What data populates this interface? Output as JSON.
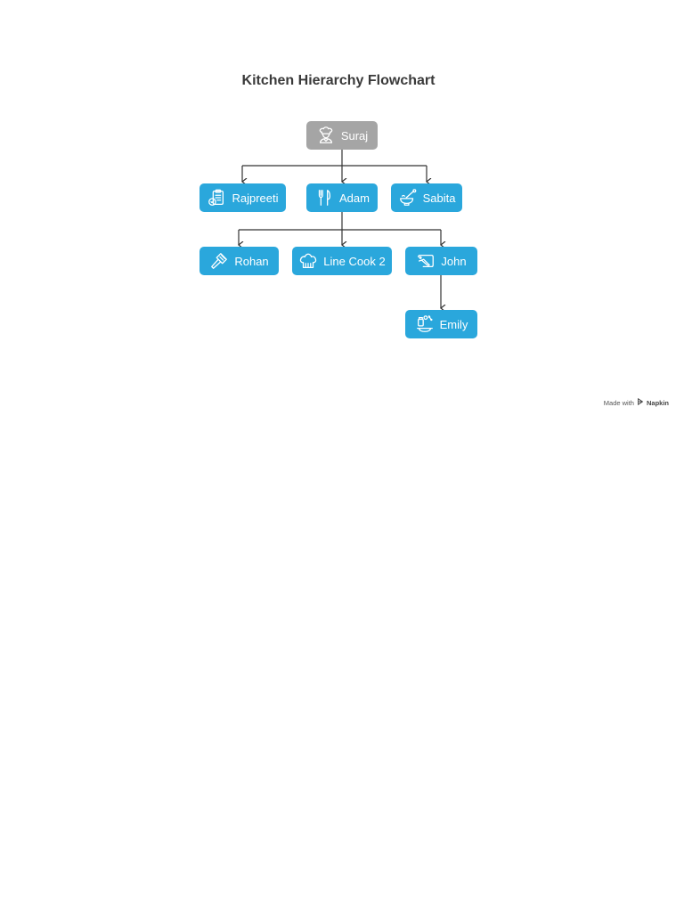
{
  "title": "Kitchen Hierarchy Flowchart",
  "nodes": {
    "suraj": {
      "label": "Suraj",
      "icon": "chef-icon",
      "role": "root"
    },
    "rajpreeti": {
      "label": "Rajpreeti",
      "icon": "clipboard-icon"
    },
    "adam": {
      "label": "Adam",
      "icon": "fork-knife-icon"
    },
    "sabita": {
      "label": "Sabita",
      "icon": "mixing-bowl-icon"
    },
    "rohan": {
      "label": "Rohan",
      "icon": "spatula-icon"
    },
    "linecook2": {
      "label": "Line Cook 2",
      "icon": "chef-hat-icon"
    },
    "john": {
      "label": "John",
      "icon": "cutting-board-icon"
    },
    "emily": {
      "label": "Emily",
      "icon": "seasoning-icon"
    }
  },
  "edges": [
    [
      "suraj",
      "rajpreeti"
    ],
    [
      "suraj",
      "adam"
    ],
    [
      "suraj",
      "sabita"
    ],
    [
      "adam",
      "rohan"
    ],
    [
      "adam",
      "linecook2"
    ],
    [
      "adam",
      "john"
    ],
    [
      "john",
      "emily"
    ]
  ],
  "colors": {
    "node": "#2aa7dc",
    "root": "#a5a5a5",
    "line": "#333333"
  },
  "footer": {
    "made_with": "Made with",
    "brand": "Napkin"
  }
}
